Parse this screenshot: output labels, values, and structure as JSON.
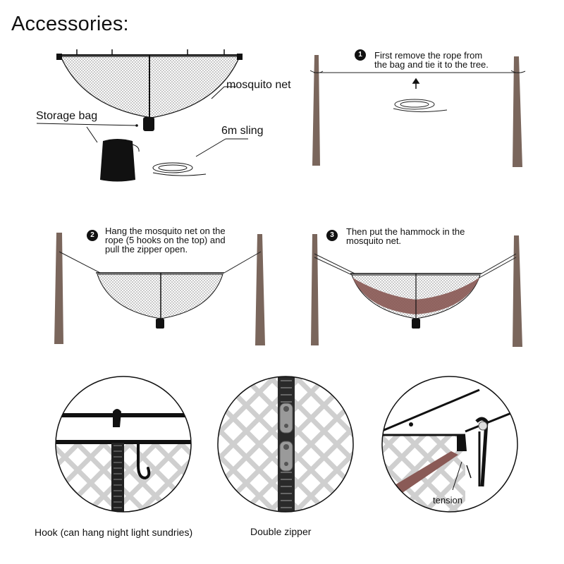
{
  "title": "Accessories:",
  "labels": {
    "mosquito_net": "mosquito net",
    "storage_bag": "Storage bag",
    "sling": "6m sling"
  },
  "steps": [
    {
      "number": "1",
      "text_line1": "First remove the rope from",
      "text_line2": "the bag and tie it to the tree."
    },
    {
      "number": "2",
      "text_line1": "Hang the mosquito net on the",
      "text_line2": "rope (5 hooks on the top) and",
      "text_line3": "pull the zipper open."
    },
    {
      "number": "3",
      "text_line1": "Then put the hammock in the",
      "text_line2": "mosquito net."
    }
  ],
  "details": {
    "tension_label": "tension",
    "captions": [
      "Hook (can hang night light sundries)",
      "Double zipper"
    ]
  },
  "colors": {
    "tree": "#7a665c",
    "net": "#f2f2f2",
    "hammock": "#8a5a56",
    "line": "#222222"
  }
}
